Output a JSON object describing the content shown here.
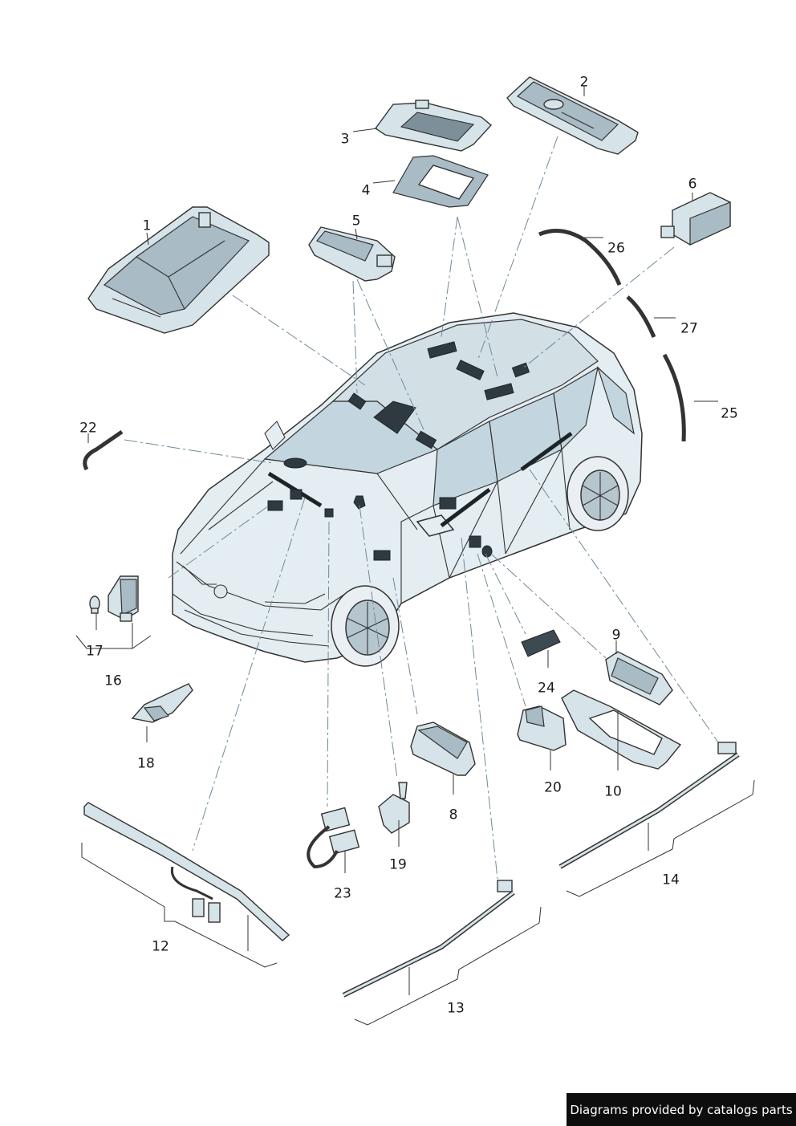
{
  "callouts": [
    "1",
    "2",
    "3",
    "4",
    "5",
    "6",
    "8",
    "9",
    "10",
    "12",
    "13",
    "14",
    "16",
    "17",
    "18",
    "19",
    "20",
    "22",
    "23",
    "24",
    "25",
    "26",
    "27"
  ],
  "footer": {
    "text": "Diagrams provided by catalogs parts"
  },
  "colors": {
    "part_fill": "#d6e3e8",
    "glass": "#c3d6df",
    "highlight": "#2f3a40",
    "leader_dash": "#6f8a99"
  }
}
